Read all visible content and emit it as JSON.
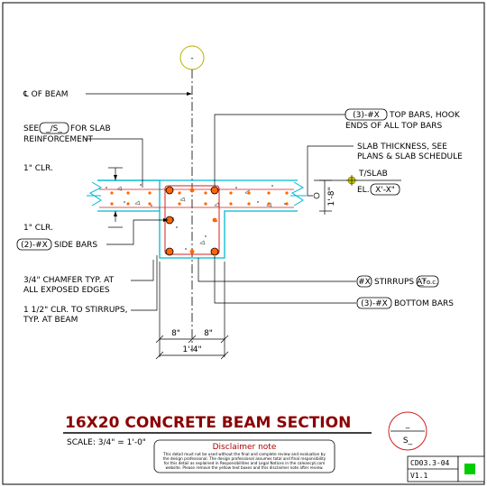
{
  "grid_bubble": {
    "label": "-"
  },
  "labels": {
    "cl_beam": "℄ OF BEAM",
    "see_prefix": "SEE",
    "see_box": "_/S_",
    "see_suffix": "FOR SLAB",
    "reinforcement": "REINFORCEMENT",
    "clr_top": "1\" CLR.",
    "clr_bottom": "1\" CLR.",
    "side_bars_box": "(2)-#X",
    "side_bars_text": "SIDE BARS",
    "chamfer_1": "3/4\" CHAMFER TYP. AT",
    "chamfer_2": "ALL EXPOSED EDGES",
    "clr_stirrup_1": "1 1/2\" CLR. TO STIRRUPS,",
    "clr_stirrup_2": "TYP. AT BEAM",
    "top_bars_box": "(3)-#X",
    "top_bars_text": "TOP BARS, HOOK",
    "top_bars_2": "ENDS OF ALL TOP BARS",
    "slab_1": "SLAB THICKNESS, SEE",
    "slab_2": "PLANS & SLAB SCHEDULE",
    "tslab": "T/SLAB",
    "el_prefix": "EL.",
    "el_box": "X'-X\"",
    "height_dim": "1'-8\"",
    "stirrups_box": "#X",
    "stirrups_text": "STIRRUPS AT",
    "stirrups_spacing": "__\"o.c.",
    "bottom_bars_box": "(3)-#X",
    "bottom_bars_text": "BOTTOM BARS",
    "dim_left": "8\"",
    "dim_right": "8\"",
    "dim_total": "1'-4\""
  },
  "title": "16X20 CONCRETE BEAM SECTION",
  "scale_text": "SCALE: 3/4\" = 1'-0\"",
  "disclaimer": {
    "heading": "Disclaimer note",
    "lines": [
      "This detail must not be used without the final and complete review and evaluation by",
      "the design professional. The design professional assumes total and final responsibility",
      "for this detail as explained in Responsibilities and Legal Notices in the caleancpt.com",
      "website. Please remove the yellow text boxes and this disclaimer note after review."
    ]
  },
  "section_bubble": {
    "top": "_",
    "bottom": "S_"
  },
  "title_block": {
    "number": "CD03.3-04",
    "version": "V1.1"
  },
  "colors": {
    "concrete_outline": "#00b8d0",
    "rebar_outline": "#d02020",
    "rebar_dot": "#ff6600",
    "grid_bubble": "#b8b000",
    "leader": "#000000",
    "title": "#8b0000",
    "status_square": "#00cc00"
  }
}
